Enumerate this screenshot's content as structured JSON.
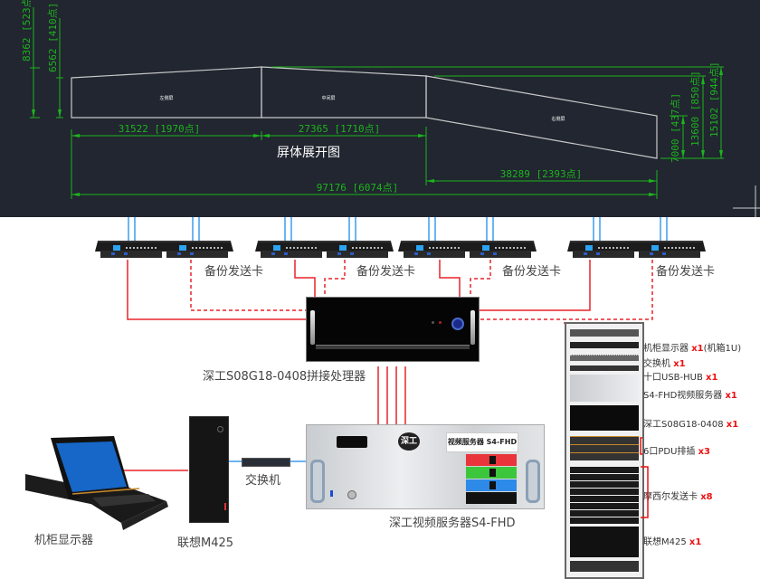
{
  "cad": {
    "title": "屏体展开图",
    "screens": [
      {
        "label": "左侧屏"
      },
      {
        "label": "中间屏"
      },
      {
        "label": "右侧屏"
      }
    ],
    "dimensions": {
      "left_height_outer": "8362 [523点]",
      "left_height_inner": "6562 [410点]",
      "seg1_width": "31522 [1970点]",
      "seg2_width": "27365 [1710点]",
      "seg3_width": "38289 [2393点]",
      "total_width": "97176 [6074点]",
      "right_height_small": "7000 [437点]",
      "right_height_mid": "13600 [850点]",
      "right_height_outer": "15102 [944点]"
    }
  },
  "diagram": {
    "backup_label": "备份发送卡",
    "processor_label": "深工S08G18-0408拼接处理器",
    "server_label": "深工视频服务器S4-FHD",
    "server_plate": "视频服务器  S4-FHD",
    "server_logo": "深工",
    "switch_label": "交换机",
    "pc_label": "联想M425",
    "kvm_label": "机柜显示器"
  },
  "rack_list": [
    {
      "name": "机柜显示器",
      "qty": "x1",
      "note": "(机箱1U)"
    },
    {
      "name": "交换机",
      "qty": "x1",
      "note": ""
    },
    {
      "name": "十口USB-HUB",
      "qty": "x1",
      "note": ""
    },
    {
      "name": "S4-FHD视频服务器",
      "qty": "x1",
      "note": ""
    },
    {
      "name": "深工S08G18-0408",
      "qty": "x1",
      "note": ""
    },
    {
      "name": "6口PDU排插",
      "qty": "x3",
      "note": ""
    },
    {
      "name": "摩西尔发送卡",
      "qty": "x8",
      "note": ""
    },
    {
      "name": "联想M425",
      "qty": "x1",
      "note": ""
    }
  ],
  "colors": {
    "cad_bg": "#212630",
    "dim_green": "#1db41d",
    "link_red": "#e8242a",
    "link_blue": "#3b9cf0",
    "qty_red": "#e11111"
  }
}
